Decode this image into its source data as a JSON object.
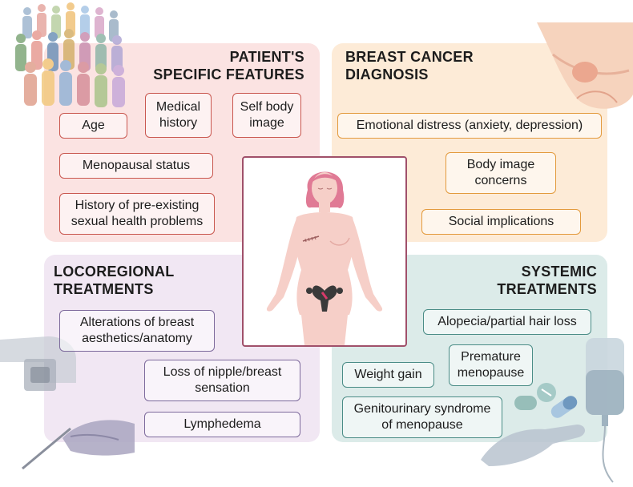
{
  "quadrants": {
    "patient": {
      "title_line1": "PATIENT'S",
      "title_line2": "SPECIFIC FEATURES",
      "items": {
        "age": "Age",
        "medical_line1": "Medical",
        "medical_line2": "history",
        "selfbody_line1": "Self body",
        "selfbody_line2": "image",
        "menopausal": "Menopausal status",
        "history_line1": "History of pre-existing",
        "history_line2": "sexual health problems"
      }
    },
    "diagnosis": {
      "title_line1": "BREAST CANCER",
      "title_line2": "DIAGNOSIS",
      "items": {
        "emotional": "Emotional distress (anxiety, depression)",
        "bodyimage_line1": "Body image",
        "bodyimage_line2": "concerns",
        "social": "Social implications"
      }
    },
    "locoregional": {
      "title_line1": "LOCOREGIONAL",
      "title_line2": "TREATMENTS",
      "items": {
        "alterations_line1": "Alterations of breast",
        "alterations_line2": "aesthetics/anatomy",
        "nipple_line1": "Loss of nipple/breast",
        "nipple_line2": "sensation",
        "lymphedema": "Lymphedema"
      }
    },
    "systemic": {
      "title_line1": "SYSTEMIC",
      "title_line2": "TREATMENTS",
      "items": {
        "alopecia": "Alopecia/partial hair loss",
        "weight": "Weight gain",
        "premature_line1": "Premature",
        "premature_line2": "menopause",
        "genito_line1": "Genitourinary syndrome",
        "genito_line2": "of menopause"
      }
    }
  },
  "colors": {
    "patient_bg": "#fbe3e2",
    "diagnosis_bg": "#fdebd7",
    "locoregional_bg": "#f1e7f3",
    "systemic_bg": "#dcebe9"
  },
  "icons": [
    "crowd-of-people-icon",
    "breast-anatomy-icon",
    "woman-body-icon",
    "radiotherapy-machine-icon",
    "scalpel-hand-icon",
    "pills-hand-icon",
    "iv-bag-icon"
  ]
}
